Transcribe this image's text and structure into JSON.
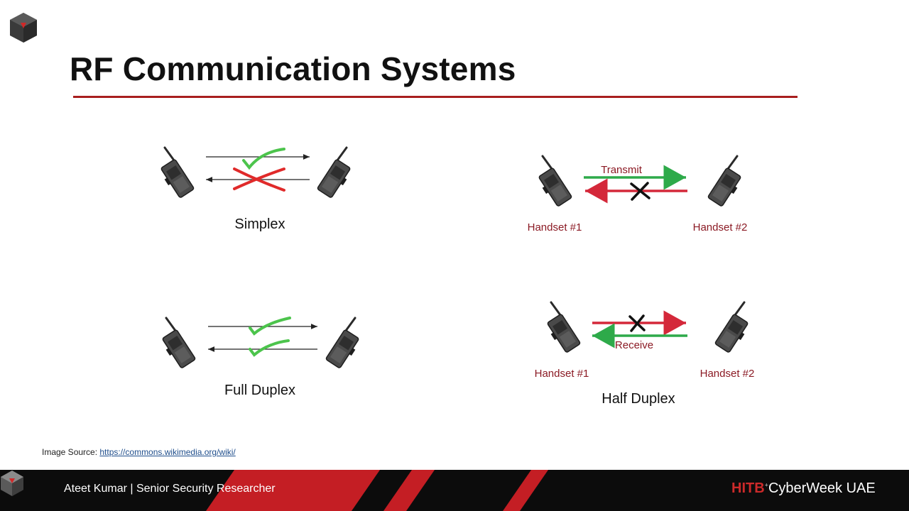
{
  "slide": {
    "title": "RF Communication Systems",
    "accent_color": "#a81e1e"
  },
  "diagrams": {
    "simplex": {
      "caption": "Simplex"
    },
    "full_duplex": {
      "caption": "Full Duplex"
    },
    "top_right": {
      "arrow_label": "Transmit",
      "handset1_label": "Handset #1",
      "handset2_label": "Handset #2"
    },
    "half_duplex": {
      "arrow_label": "Receive",
      "handset1_label": "Handset #1",
      "handset2_label": "Handset #2",
      "caption": "Half Duplex"
    },
    "colors": {
      "allowed": "#4cc44c",
      "blocked": "#e02a2a",
      "arrow_green": "#2eaa4a",
      "arrow_red": "#d4283a",
      "label_red": "#8b1a24"
    }
  },
  "image_source": {
    "label": "Image Source: ",
    "link": "https://commons.wikimedia.org/wiki/"
  },
  "footer": {
    "presenter": "Ateet Kumar | Senior Security Researcher",
    "brand_hitb": "HITB",
    "brand_reg": "+",
    "brand_rest": "CyberWeek UAE"
  }
}
